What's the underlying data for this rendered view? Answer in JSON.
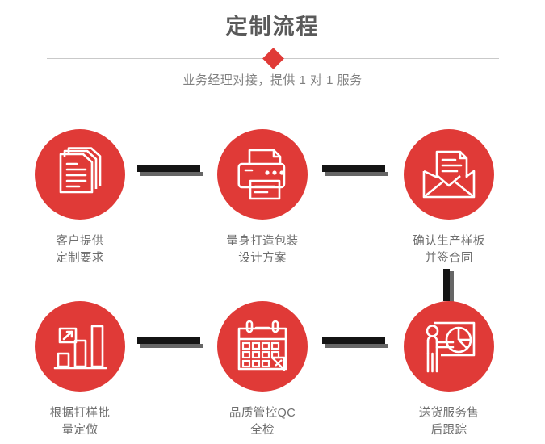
{
  "header": {
    "title": "定制流程",
    "subtitle": "业务经理对接，提供 1 对 1 服务",
    "divider_icon": "red-diamond"
  },
  "theme": {
    "accent_red": "#E03A37",
    "title_gray": "#5A5A5A",
    "label_gray": "#6E6E6E",
    "subtitle_gray": "#808080",
    "connector_black": "#141414",
    "connector_shadow": "#666666",
    "divider_gray": "#C9C9C9",
    "background": "#FFFFFF"
  },
  "flow": {
    "steps": [
      {
        "index": "1",
        "icon": "documents-stack-icon",
        "label": "客户提供\n定制要求"
      },
      {
        "index": "2",
        "icon": "printer-icon",
        "label": "量身打造包装\n设计方案"
      },
      {
        "index": "3",
        "icon": "envelope-document-icon",
        "label": "确认生产样板\n并签合同"
      },
      {
        "index": "4",
        "icon": "bar-chart-growth-icon",
        "label": "根据打样批\n量定做"
      },
      {
        "index": "5",
        "icon": "calendar-check-icon",
        "label": "品质管控QC\n全检"
      },
      {
        "index": "6",
        "icon": "presenter-piechart-icon",
        "label": "送货服务售\n后跟踪"
      }
    ],
    "connectors": [
      {
        "id": "1",
        "direction": "horizontal",
        "from": "1",
        "to": "2"
      },
      {
        "id": "2",
        "direction": "horizontal",
        "from": "2",
        "to": "3"
      },
      {
        "id": "3",
        "direction": "vertical",
        "from": "3",
        "to": "6"
      },
      {
        "id": "4",
        "direction": "horizontal",
        "from": "4",
        "to": "5"
      },
      {
        "id": "5",
        "direction": "horizontal",
        "from": "5",
        "to": "6"
      }
    ]
  }
}
